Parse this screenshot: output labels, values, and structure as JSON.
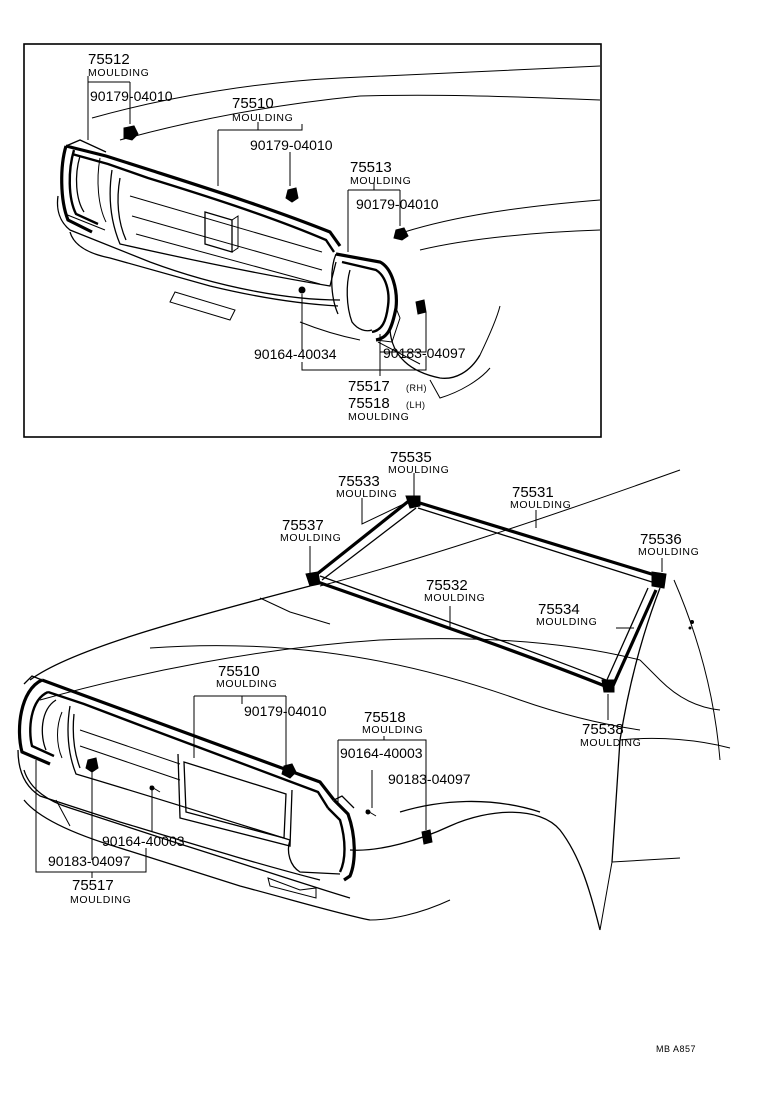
{
  "top_panel": {
    "callouts": {
      "c75512": {
        "part": "75512",
        "name": "MOULDING"
      },
      "c75510": {
        "part": "75510",
        "name": "MOULDING"
      },
      "c90179a": {
        "part": "90179-04010"
      },
      "c90179b": {
        "part": "90179-04010"
      },
      "c75513": {
        "part": "75513",
        "name": "MOULDING"
      },
      "c90179c": {
        "part": "90179-04010"
      },
      "c90164": {
        "part": "90164-40034"
      },
      "c90183": {
        "part": "90183-04097"
      },
      "c75517": {
        "part": "75517",
        "side": "(RH)"
      },
      "c75518": {
        "part": "75518",
        "side": "(LH)",
        "name": "MOULDING"
      }
    }
  },
  "bottom_panel": {
    "callouts": {
      "c75535": {
        "part": "75535",
        "name": "MOULDING"
      },
      "c75533": {
        "part": "75533",
        "name": "MOULDING"
      },
      "c75531": {
        "part": "75531",
        "name": "MOULDING"
      },
      "c75537": {
        "part": "75537",
        "name": "MOULDING"
      },
      "c75536": {
        "part": "75536",
        "name": "MOULDING"
      },
      "c75532": {
        "part": "75532",
        "name": "MOULDING"
      },
      "c75534": {
        "part": "75534",
        "name": "MOULDING"
      },
      "c75510": {
        "part": "75510",
        "name": "MOULDING"
      },
      "c90179": {
        "part": "90179-04010"
      },
      "c75518": {
        "part": "75518",
        "name": "MOULDING"
      },
      "c90164b": {
        "part": "90164-40003"
      },
      "c90183b": {
        "part": "90183-04097"
      },
      "c75538": {
        "part": "75538",
        "name": "MOULDING"
      },
      "c90164a": {
        "part": "90164-40003"
      },
      "c90183a": {
        "part": "90183-04097"
      },
      "c75517": {
        "part": "75517",
        "name": "MOULDING"
      }
    }
  },
  "figure_code": "MB A857"
}
